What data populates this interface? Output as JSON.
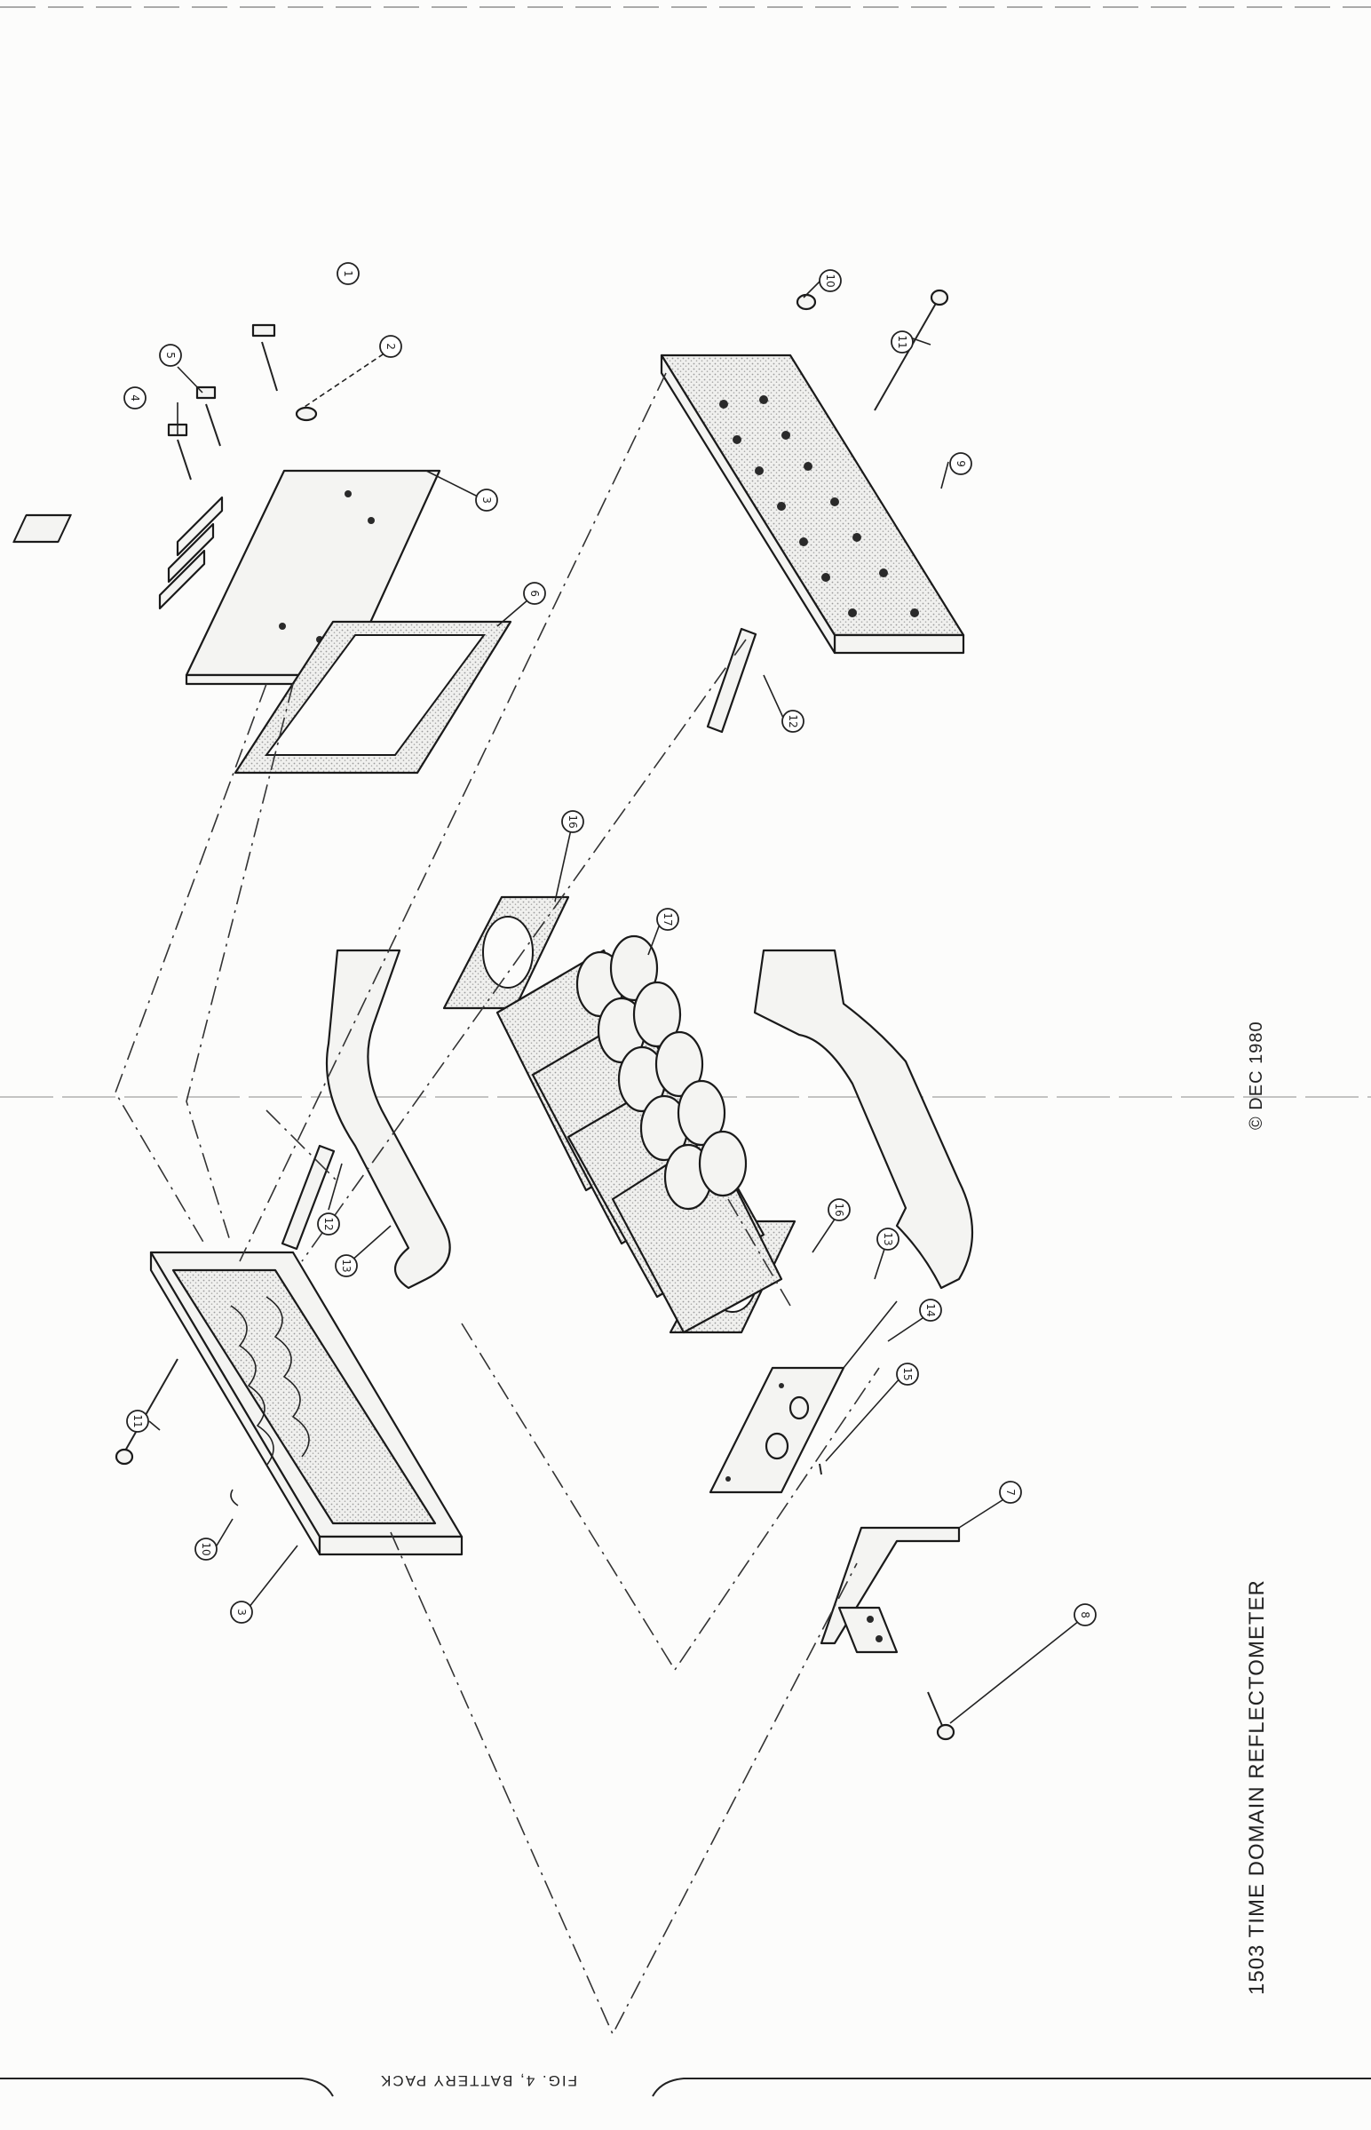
{
  "document": {
    "title": "1503 TIME DOMAIN REFLECTOMETER",
    "copyright": "© DEC 1980",
    "figure_caption": "FIG. 4, BATTERY PACK"
  },
  "callouts": [
    {
      "label": "1"
    },
    {
      "label": "2"
    },
    {
      "label": "3"
    },
    {
      "label": "4"
    },
    {
      "label": "5"
    },
    {
      "label": "6"
    },
    {
      "label": "7"
    },
    {
      "label": "8"
    },
    {
      "label": "9"
    },
    {
      "label": "10"
    },
    {
      "label": "11"
    },
    {
      "label": "12"
    },
    {
      "label": "13"
    },
    {
      "label": "14"
    },
    {
      "label": "15"
    },
    {
      "label": "16"
    },
    {
      "label": "17"
    }
  ],
  "colors": {
    "ink": "#222222",
    "paper": "#fcfcfb",
    "part_fill": "#f4f4f2",
    "stipple": "#9a9a9a"
  }
}
